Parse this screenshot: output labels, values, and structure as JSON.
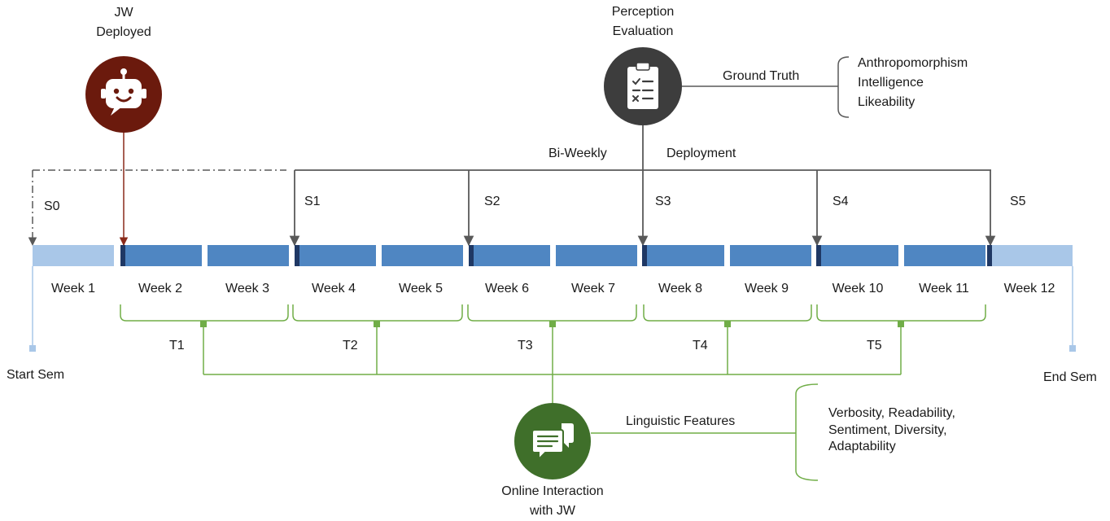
{
  "deploy": {
    "line1": "JW",
    "line2": "Deployed"
  },
  "perception": {
    "line1": "Perception",
    "line2": "Evaluation"
  },
  "ground_truth": {
    "label": "Ground Truth",
    "items": [
      "Anthropomorphism",
      "Intelligence",
      "Likeability"
    ]
  },
  "biweekly": {
    "left": "Bi-Weekly",
    "right": "Deployment"
  },
  "surveys": [
    "S0",
    "S1",
    "S2",
    "S3",
    "S4",
    "S5"
  ],
  "weeks": [
    "Week 1",
    "Week 2",
    "Week 3",
    "Week 4",
    "Week 5",
    "Week 6",
    "Week 7",
    "Week 8",
    "Week 9",
    "Week 10",
    "Week 11",
    "Week 12"
  ],
  "start_label": "Start Sem",
  "end_label": "End Sem",
  "periods": [
    "T1",
    "T2",
    "T3",
    "T4",
    "T5"
  ],
  "interaction": {
    "line1": "Online Interaction",
    "line2": "with JW",
    "link_label": "Linguistic Features",
    "features": [
      "Verbosity, Readability,",
      "Sentiment, Diversity,",
      "Adaptability"
    ]
  },
  "colors": {
    "bot": "#6b1a0d",
    "bot_line": "#8a2a1a",
    "clipboard": "#3d3d3d",
    "week_active": "#4f86c2",
    "week_inactive": "#a9c7e8",
    "survey_marker": "#1f3864",
    "green": "#70ad47",
    "chat": "#3f6f2a",
    "gray_line": "#595959"
  }
}
